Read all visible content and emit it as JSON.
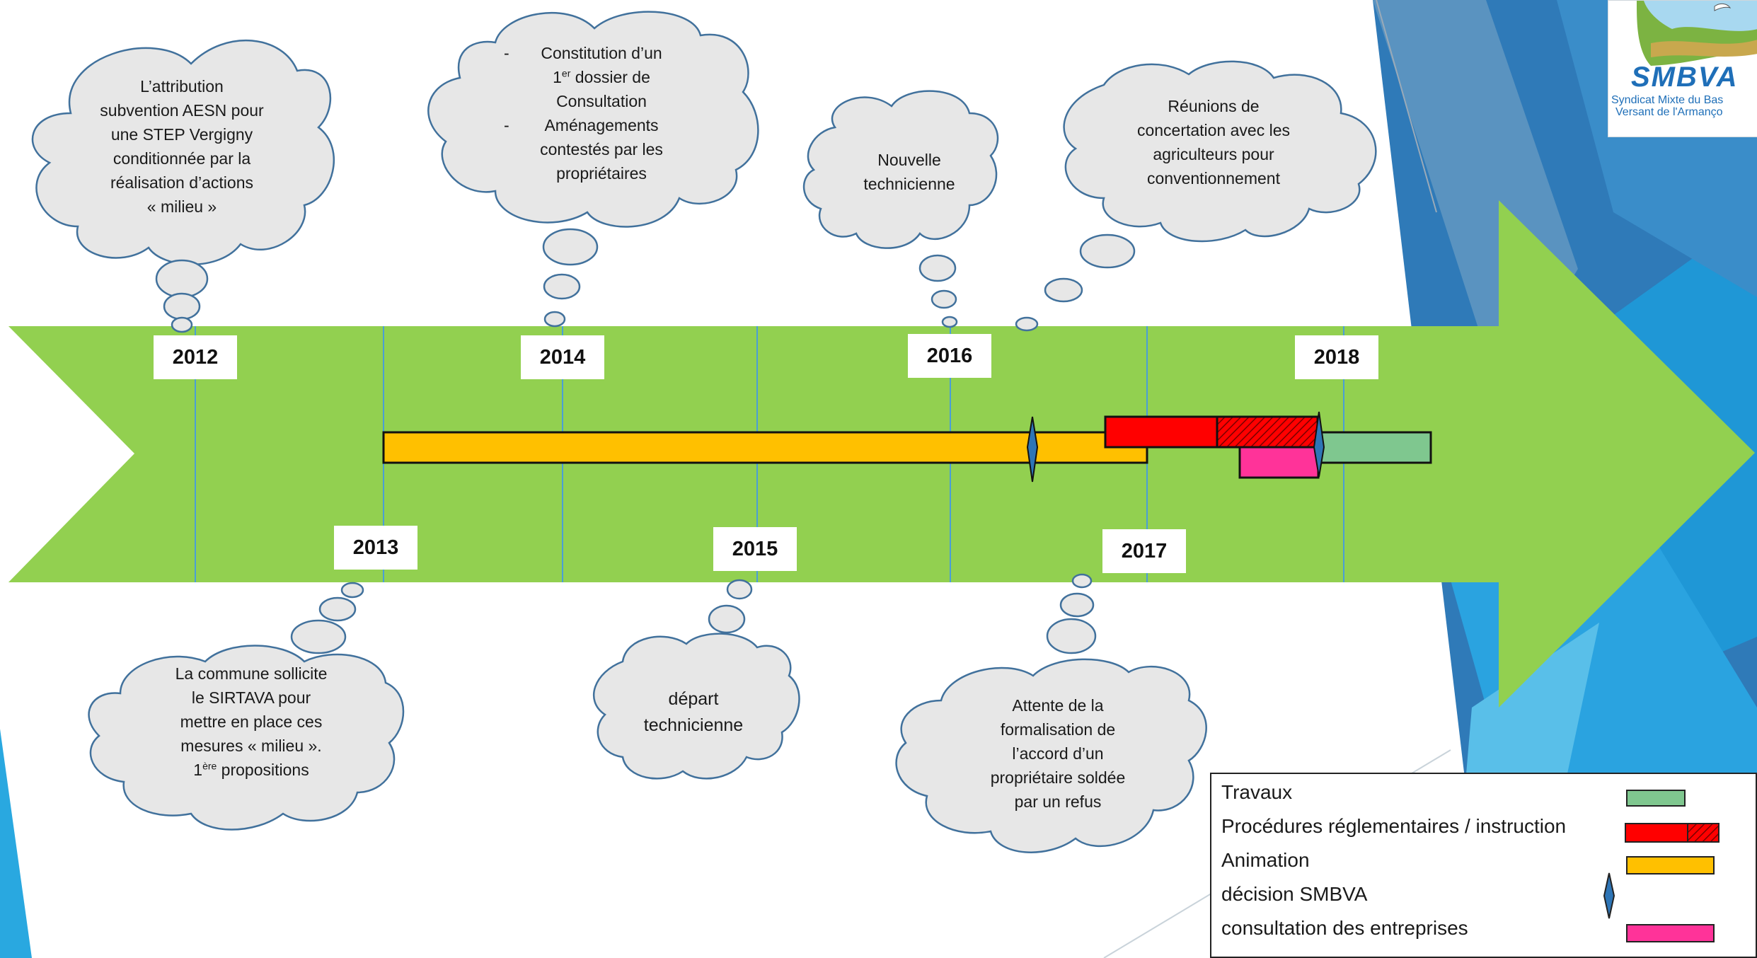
{
  "years": {
    "y2012": "2012",
    "y2013": "2013",
    "y2014": "2014",
    "y2015": "2015",
    "y2016": "2016",
    "y2017": "2017",
    "y2018": "2018"
  },
  "clouds": {
    "c2012": [
      "L’attribution",
      "subvention AESN pour",
      "une STEP Vergigny",
      "conditionnée par la",
      "réalisation d’actions",
      "« milieu »"
    ],
    "c2013": {
      "lines": [
        "La commune sollicite",
        "le SIRTAVA pour",
        "mettre en place ces",
        "mesures « milieu »."
      ],
      "last_pre": "1",
      "last_sup": "ère",
      "last_post": " propositions"
    },
    "c2014": {
      "bullet": "-",
      "item1_line1": "Constitution d’un",
      "item1_pre": "1",
      "item1_sup": "er",
      "item1_post": " dossier de",
      "item1_line3": "Consultation",
      "item2_line1": "Aménagements",
      "item2_line2": "contestés par les",
      "item2_line3": "propriétaires"
    },
    "c2015": [
      "départ",
      "technicienne"
    ],
    "c2016": [
      "Nouvelle",
      "technicienne"
    ],
    "c2017": [
      "Attente de la",
      "formalisation  de",
      "l’accord d’un",
      "propriétaire soldée",
      "par un refus"
    ],
    "c2018": [
      "Réunions de",
      "concertation avec les",
      "agriculteurs pour",
      "conventionnement"
    ]
  },
  "legend": {
    "travaux": "Travaux",
    "procedures": "Procédures réglementaires / instruction",
    "animation": "Animation",
    "decision": "décision SMBVA",
    "consultation": "consultation des entreprises"
  },
  "colors": {
    "arrow": "#92d050",
    "animation": "#ffc000",
    "procedures": "#ff0000",
    "procedures_hatch": "#c00000",
    "consultation": "#ff3399",
    "travaux": "#7fc78f",
    "decision": "#2e75b6",
    "cloud": "#e7e7e7",
    "cloud_stroke": "#41719c",
    "year_line": "#4a9fd5"
  },
  "logo": {
    "brand": "SMBVA",
    "sub1": "Syndicat Mixte du Bas",
    "sub2": "Versant de l'Armanço"
  }
}
